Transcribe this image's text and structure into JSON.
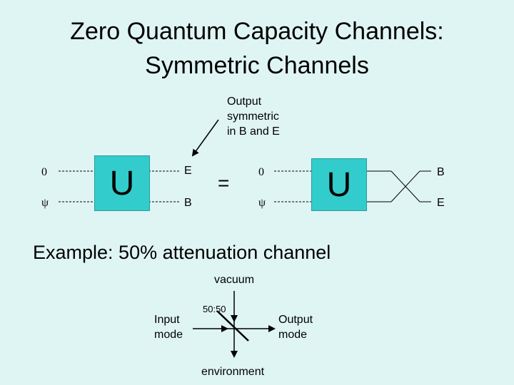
{
  "title": {
    "line1": "Zero Quantum Capacity Channels:",
    "line2": "Symmetric Channels"
  },
  "annotation": {
    "line1": "Output",
    "line2": "symmetric",
    "line3": "in B and E"
  },
  "circuit_left": {
    "in_top": "0",
    "in_bottom": "ψ",
    "gate": "U",
    "out_top": "E",
    "out_bottom": "B"
  },
  "equals": "=",
  "circuit_right": {
    "in_top": "0",
    "in_bottom": "ψ",
    "gate": "U",
    "out_top": "B",
    "out_bottom": "E"
  },
  "example": {
    "heading": "Example: 50% attenuation channel",
    "vacuum": "vacuum",
    "splitter": "50:50",
    "input_line1": "Input",
    "input_line2": "mode",
    "output_line1": "Output",
    "output_line2": "mode",
    "environment": "environment"
  }
}
